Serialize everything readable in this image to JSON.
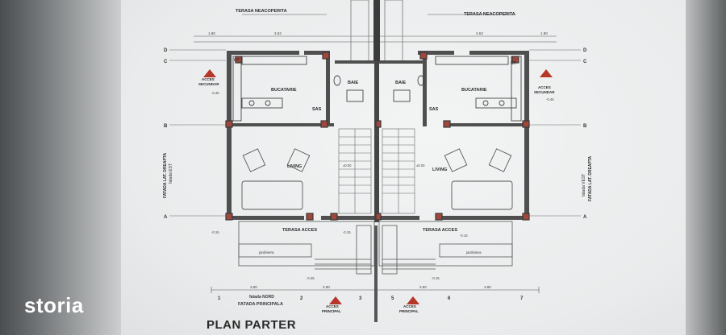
{
  "brand": {
    "name": "storia"
  },
  "plan": {
    "title": "PLAN PARTER",
    "terraces_top": [
      "TERASA NEACOPERITA",
      "TERASA NEACOPERITA"
    ],
    "rooms": {
      "left": {
        "kitchen": "BUCATARIE",
        "bath": "BAIE",
        "sas": "SAS",
        "living": "LIVING",
        "ct": "CT",
        "terrace": "TERASA ACCES",
        "planter": "jardiniera"
      },
      "right": {
        "kitchen": "BUCATARIE",
        "bath": "BAIE",
        "sas": "SAS",
        "living": "LIVING",
        "ct": "CT",
        "terrace": "TERASA ACCES",
        "planter": "jardiniera"
      }
    },
    "access_labels": {
      "secondary_left": [
        "ACCES",
        "SECUNDAR"
      ],
      "secondary_right": [
        "ACCES",
        "SECUNDAR"
      ],
      "main_left": [
        "ACCES",
        "PRINCIPAL"
      ],
      "main_right": [
        "ACCES",
        "PRINCIPAL"
      ]
    },
    "facades": {
      "left_side": [
        "FATADA LAT. DREAPTA",
        "fatada EST"
      ],
      "right_side": [
        "fatada VEST",
        "FATADA LAT. DREAPTA"
      ],
      "north": "fatada NORD",
      "main": "FATADA PRINCIPALA"
    },
    "axis_letters_left": [
      "D",
      "C",
      "B",
      "A"
    ],
    "axis_letters_right": [
      "D",
      "C",
      "B",
      "A"
    ],
    "axis_numbers_bottom": [
      "1",
      "2",
      "3",
      "5",
      "6",
      "7"
    ],
    "level_marks": [
      "-0.45",
      "-0.45",
      "±0.00",
      "±0.00",
      "-0.15",
      "-0.15",
      "-0.15",
      "-0.15",
      "-0.45"
    ],
    "dims_top": [
      "1.90",
      "3.63",
      "3.63",
      "1.90"
    ],
    "dims_bottom": [
      "3.80",
      "3.80",
      "3.80",
      "3.80"
    ]
  }
}
